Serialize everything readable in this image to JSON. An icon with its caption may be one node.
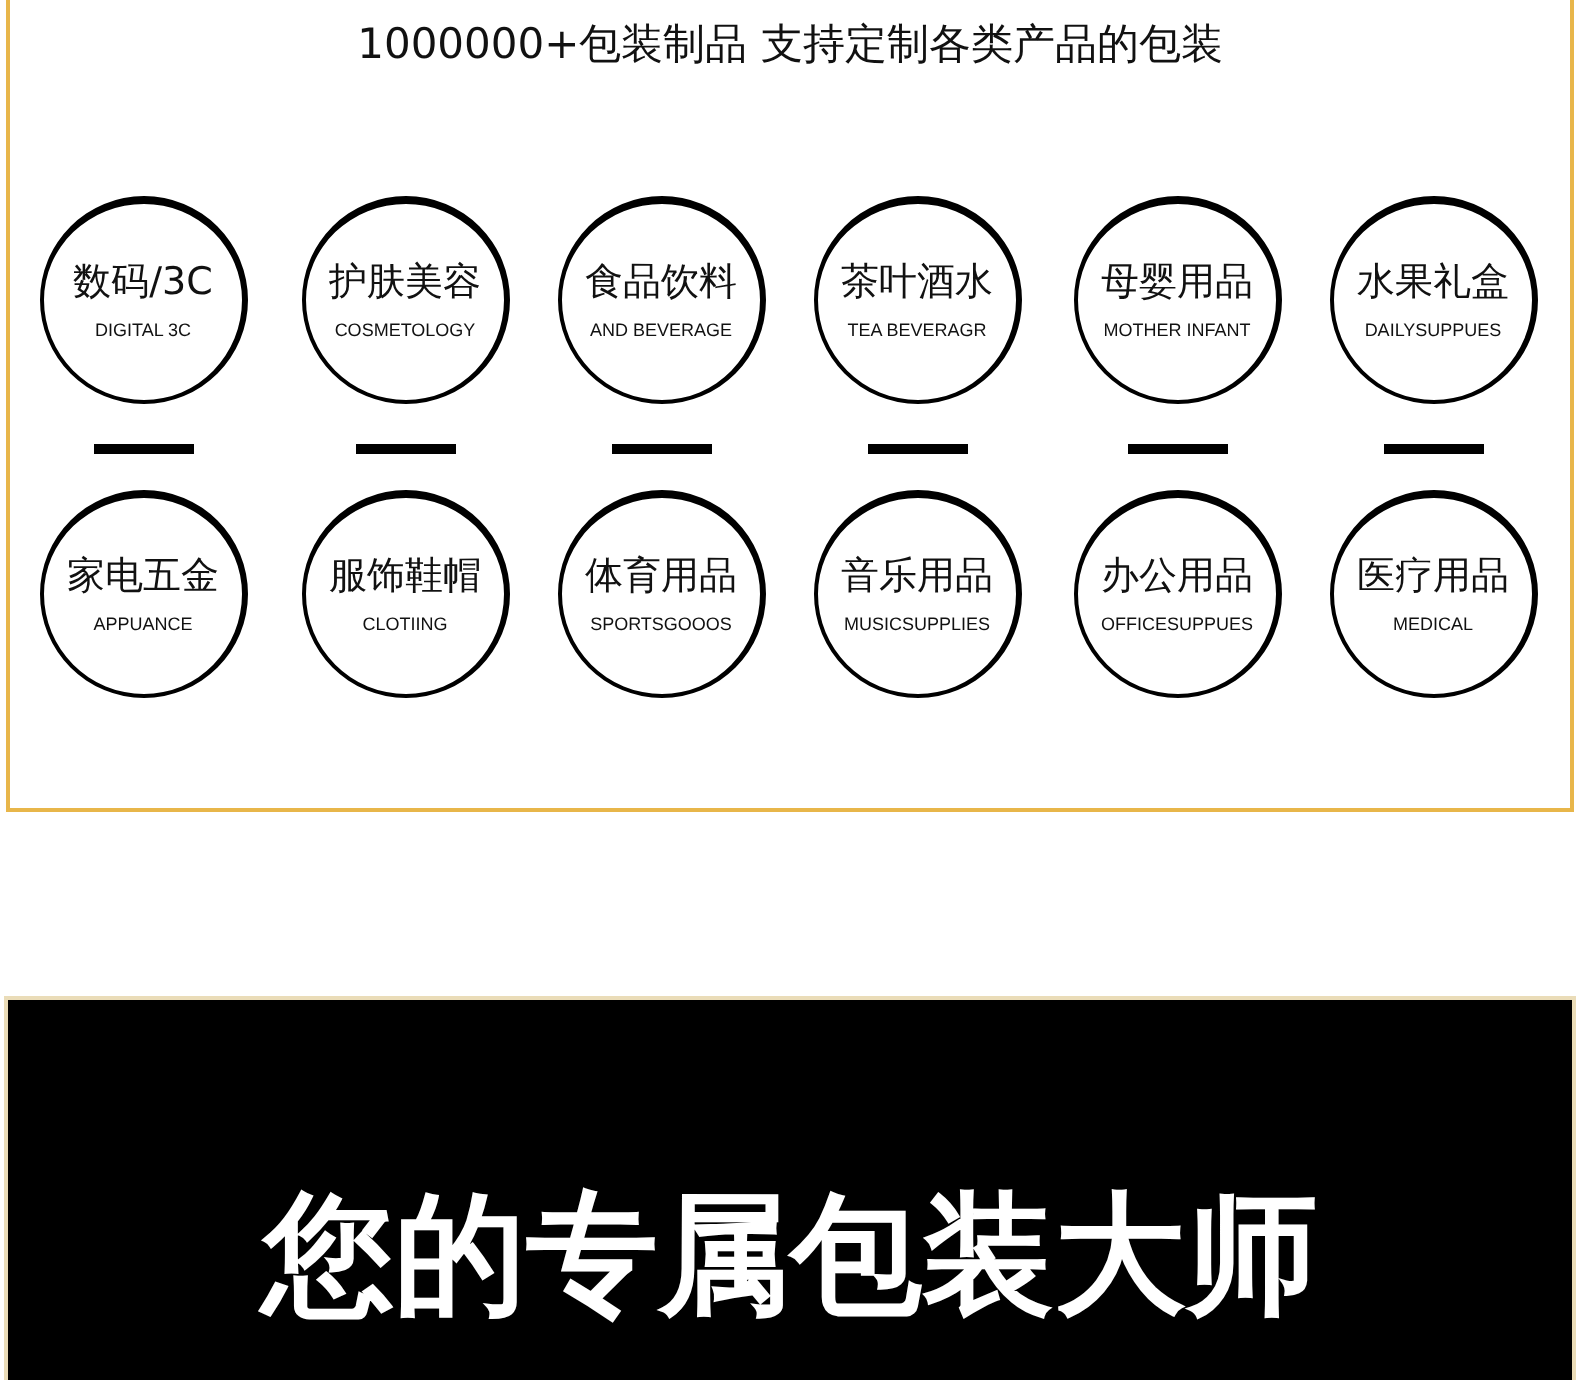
{
  "diagram": {
    "title": "1000000+包装制品 支持定制各类产品的包装",
    "nodes": [
      {
        "text": [
          "数码/3C",
          "DIGITAL 3C"
        ]
      },
      {
        "text": [
          "护肤美容",
          "COSMETOLOGY"
        ]
      },
      {
        "text": [
          "食品饮料",
          "AND BEVERAGE"
        ]
      },
      {
        "text": [
          "茶叶酒水",
          "TEA BEVERAGR"
        ]
      },
      {
        "text": [
          "母婴用品",
          "MOTHER INFANT"
        ]
      },
      {
        "text": [
          "水果礼盒",
          "DAILYSUPPUES"
        ]
      },
      {
        "text": [
          "家电五金",
          "APPUANCE"
        ]
      },
      {
        "text": [
          "服饰鞋帽",
          "CLOTIING"
        ]
      },
      {
        "text": [
          "体育用品",
          "SPORTSGOOOS"
        ]
      },
      {
        "text": [
          "音乐用品",
          "MUSICSUPPLIES"
        ]
      },
      {
        "text": [
          "办公用品",
          "OFFICESUPPUES"
        ]
      },
      {
        "text": [
          "医疗用品",
          "MEDICAL"
        ]
      },
      {
        "text": [
          "您的专属包装大师"
        ]
      }
    ]
  }
}
